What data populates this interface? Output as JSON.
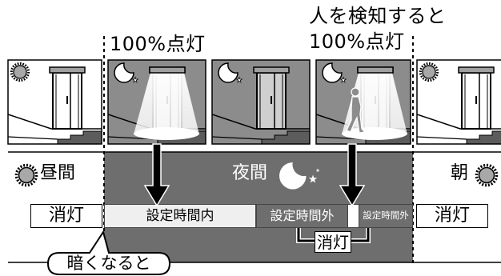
{
  "captions": {
    "lit_when_dark": "100%点灯",
    "detect_line1": "人を検知すると",
    "detect_line2": "100%点灯"
  },
  "timeline": {
    "daytime": "昼間",
    "night": "夜間",
    "morning": "朝"
  },
  "states": {
    "off_before": "消灯",
    "within_set_time": "設定時間内",
    "outside_set_time": "設定時間外",
    "outside_set_time_after": "設定時間外",
    "off_outside_set_time": "消灯",
    "off_after": "消灯"
  },
  "callout": "暗くなると",
  "icons": [
    "sun-icon",
    "moon-icon",
    "star-icon",
    "down-arrow-icon",
    "person-icon"
  ],
  "colors": {
    "night_band": "#6e6e6e",
    "night_panel": "#8c8c8c",
    "within_set_time_fill": "#efefef",
    "light": "#ffffff"
  }
}
